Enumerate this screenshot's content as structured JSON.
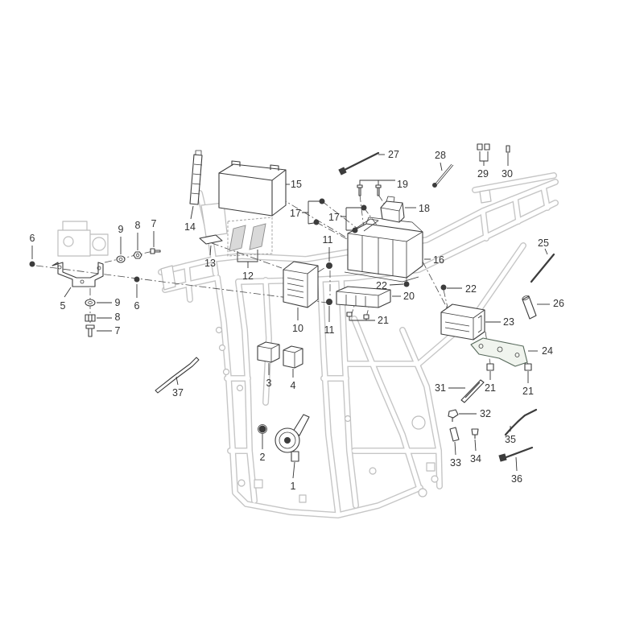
{
  "diagram": {
    "callouts": [
      "6",
      "9",
      "8",
      "7",
      "5",
      "9",
      "8",
      "6",
      "7",
      "14",
      "13",
      "12",
      "15",
      "27",
      "28",
      "29",
      "30",
      "19",
      "17",
      "17",
      "18",
      "11",
      "16",
      "22",
      "22",
      "20",
      "21",
      "11",
      "10",
      "23",
      "24",
      "25",
      "26",
      "3",
      "4",
      "37",
      "31",
      "21",
      "21",
      "32",
      "35",
      "2",
      "1",
      "33",
      "34",
      "36"
    ]
  }
}
